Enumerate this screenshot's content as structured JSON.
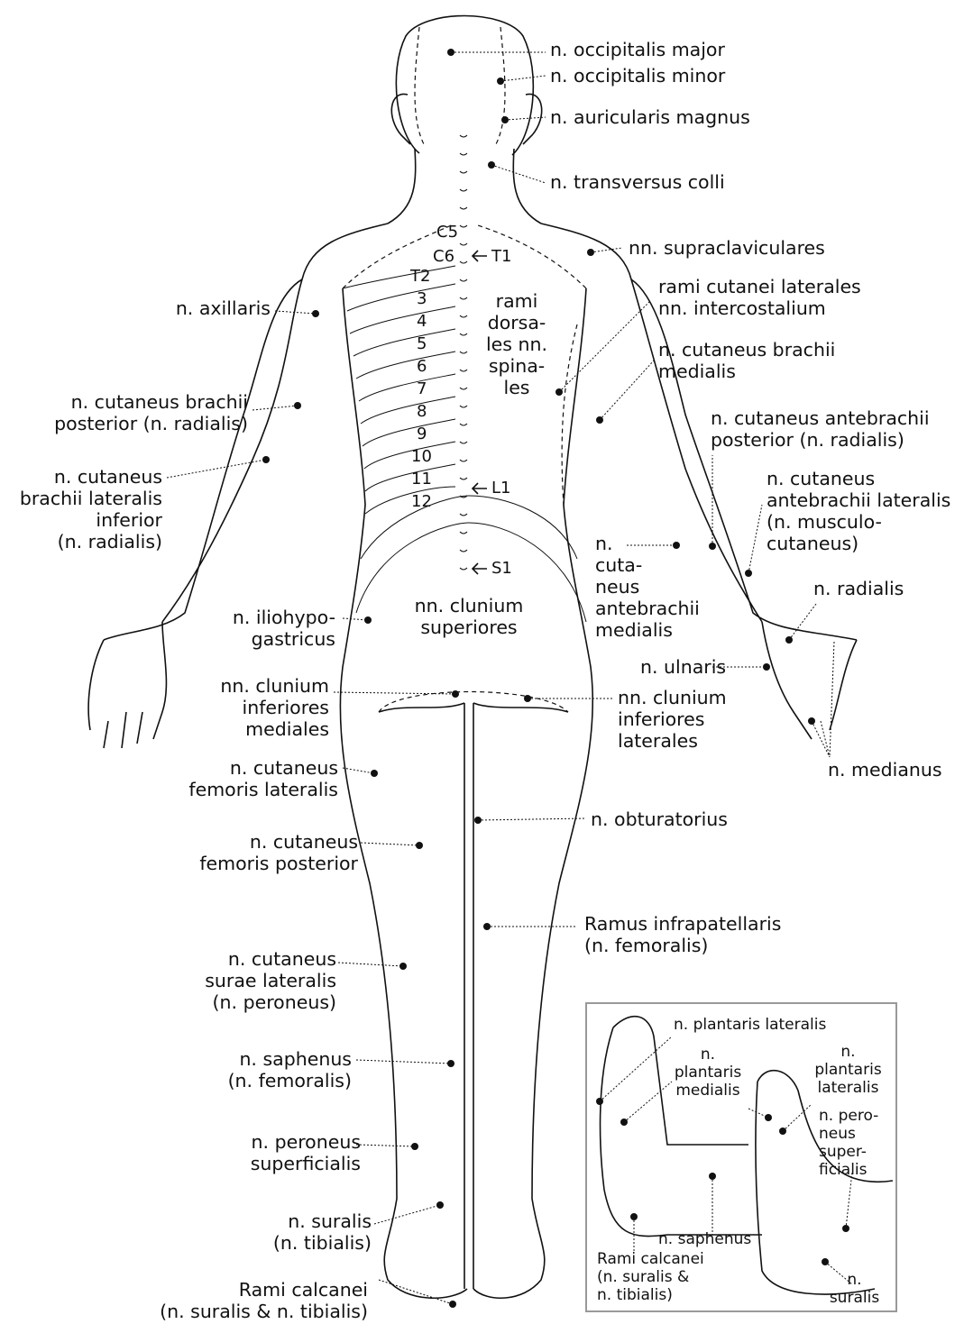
{
  "labels": {
    "occipitalis_major": "n. occipitalis major",
    "occipitalis_minor": "n. occipitalis minor",
    "auricularis_magnus": "n. auricularis magnus",
    "transversus_colli": "n. transversus colli",
    "supraclaviculares": "nn. supraclaviculares",
    "axillaris": "n. axillaris",
    "rami_cutanei_laterales": "rami cutanei laterales\nnn. intercostalium",
    "cutaneus_brachii_medialis": "n. cutaneus brachii\nmedialis",
    "cutaneus_brachii_posterior": "n. cutaneus brachii\nposterior (n. radialis)",
    "cutaneus_antebrachii_posterior": "n. cutaneus antebrachii\nposterior (n. radialis)",
    "cutaneus_brachii_lateralis_inferior": "n. cutaneus\nbrachii lateralis\ninferior\n(n. radialis)",
    "cutaneus_antebrachii_lateralis": "n. cutaneus\nantebrachii lateralis\n(n. musculo-\ncutaneus)",
    "cutaneus_antebrachii_medialis": "n.\ncuta-\nneus\nantebrachii\nmedialis",
    "radialis": "n. radialis",
    "iliohypogastricus": "n. iliohypo-\ngastricus",
    "clunium_superiores": "nn. clunium\nsuperiores",
    "ulnaris": "n. ulnaris",
    "clunium_inferiores_mediales": "nn. clunium\ninferiores\nmediales",
    "clunium_inferiores_laterales": "nn. clunium\ninferiores\nlaterales",
    "medianus": "n. medianus",
    "cutaneus_femoris_lateralis": "n. cutaneus\nfemoris lateralis",
    "obturatorius": "n. obturatorius",
    "cutaneus_femoris_posterior": "n. cutaneus\nfemoris posterior",
    "ramus_infrapatellaris": "Ramus infrapatellaris\n(n. femoralis)",
    "cutaneus_surae_lateralis": "n. cutaneus\nsurae lateralis\n(n. peroneus)",
    "saphenus": "n. saphenus\n(n. femoralis)",
    "peroneus_superficialis": "n. peroneus\nsuperficialis",
    "suralis": "n. suralis\n(n. tibialis)",
    "rami_calcanei": "Rami calcanei\n(n. suralis & n. tibialis)",
    "rami_dorsales": "rami\ndorsa-\nles nn.\nspina-\nles"
  },
  "segments": {
    "c5": "C5",
    "c6": "C6",
    "t1": "T1",
    "t2": "T2",
    "n3": "3",
    "n4": "4",
    "n5": "5",
    "n6": "6",
    "n7": "7",
    "n8": "8",
    "n9": "9",
    "n10": "10",
    "n11": "11",
    "n12": "12",
    "l1": "L1",
    "s1": "S1"
  },
  "inset": {
    "plantaris_lateralis_top": "n. plantaris lateralis",
    "plantaris_medialis": "n.\nplantaris\nmedialis",
    "plantaris_lateralis_right": "n.\nplantaris\nlateralis",
    "peroneus_superficialis": "n. pero-\nneus\nsuper-\nficialis",
    "saphenus": "n. saphenus",
    "rami_calcanei": "Rami calcanei\n(n. suralis &\nn. tibialis)",
    "suralis": "n.\nsuralis"
  }
}
